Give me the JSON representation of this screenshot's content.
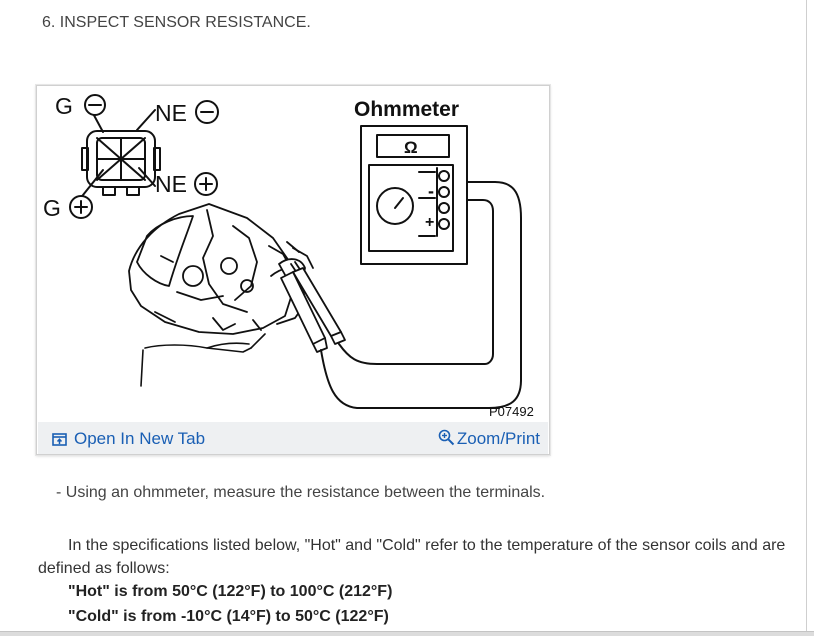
{
  "step_title": "6. INSPECT SENSOR RESISTANCE.",
  "figure": {
    "labels": {
      "g_minus": "G",
      "ne_minus": "NE",
      "ne_plus": "NE",
      "g_plus": "G",
      "ohmmeter": "Ohmmeter",
      "omega": "Ω",
      "neg_sign": "-",
      "pos_sign": "+",
      "figure_code": "P07492"
    },
    "open_in_new_tab": "Open In New Tab",
    "zoom_print": "Zoom/Print"
  },
  "bullet": "-  Using an ohmmeter, measure the resistance between the terminals.",
  "paragraph": "In the specifications listed below, \"Hot\" and \"Cold\" refer to the temperature of the sensor coils and are defined as follows:",
  "hot_definition": "\"Hot\" is from 50°C (122°F) to 100°C (212°F)",
  "cold_definition": "\"Cold\" is from -10°C (14°F) to 50°C (122°F)",
  "colors": {
    "link": "#1a5fb4",
    "toolbar_bg": "#eef0f2",
    "text": "#333333"
  }
}
